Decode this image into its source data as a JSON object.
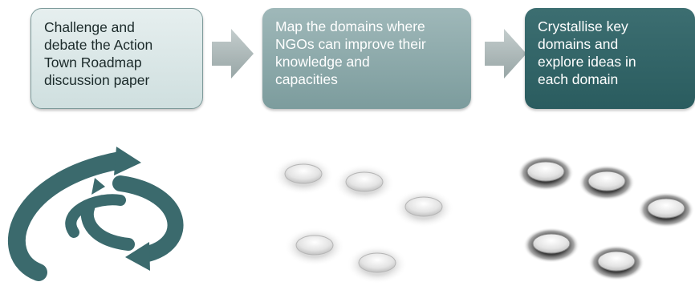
{
  "steps": [
    {
      "text": "Challenge and\ndebate the Action\nTown Roadmap\ndiscussion paper"
    },
    {
      "text": "Map the domains where\nNGOs can improve their\nknowledge and\ncapacities"
    },
    {
      "text": "Crystallise key\ndomains and\nexplore ideas in\neach domain"
    }
  ],
  "icons": {
    "cycle": "cycle-arrows-icon",
    "step_arrow": "right-arrow-icon",
    "light_ovals": "light-oval-cluster-icon",
    "dark_ovals": "dark-oval-cluster-icon"
  },
  "colors": {
    "box1_fill": "#dae7e7",
    "box2_fill": "#8eabac",
    "box3_fill": "#336467",
    "teal": "#3b6a6d",
    "arrow_gray": "#a6b2b2"
  }
}
